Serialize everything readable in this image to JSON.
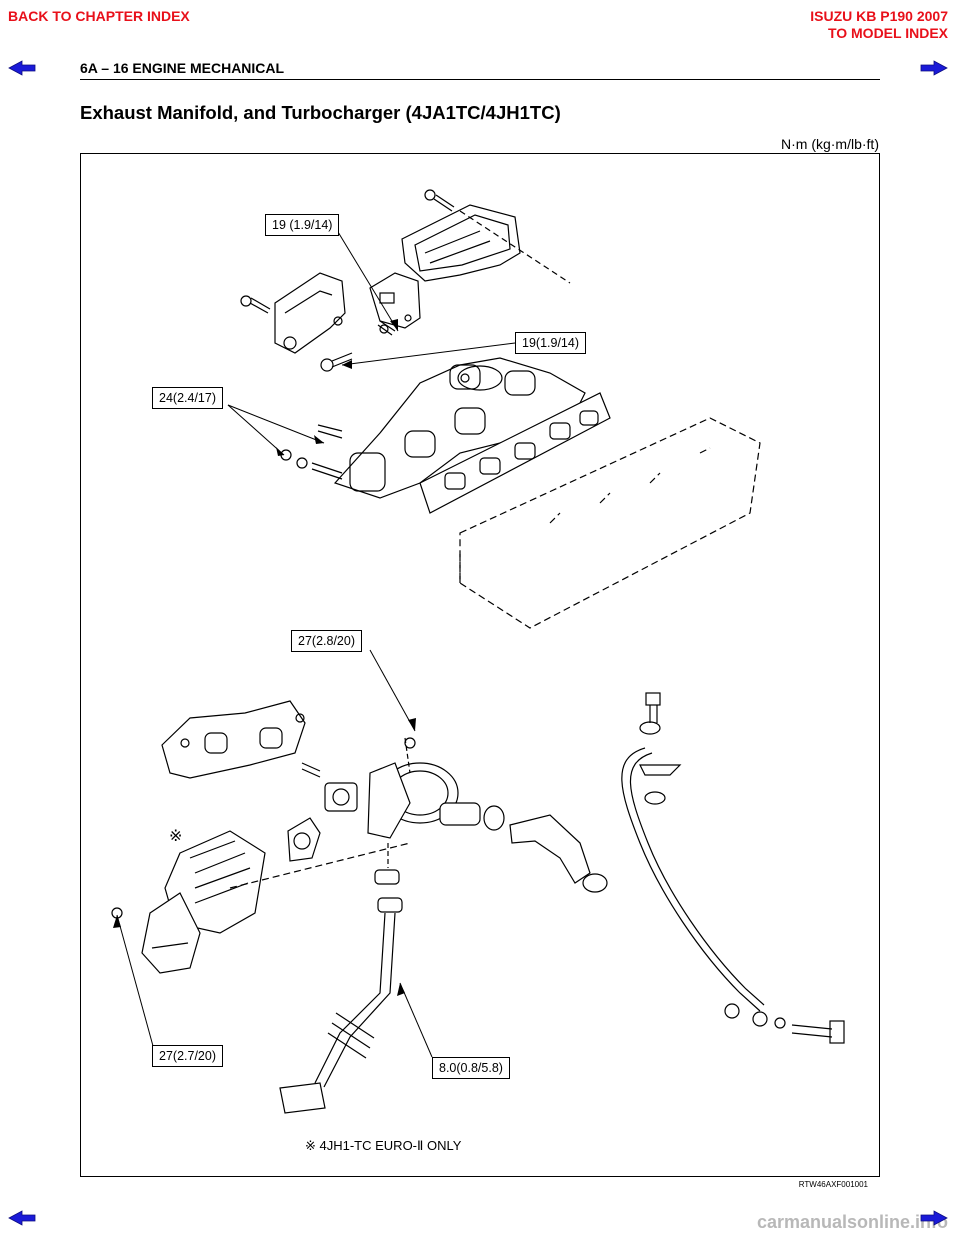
{
  "nav": {
    "back_chapter": "BACK TO CHAPTER INDEX",
    "model_title": "ISUZU KB P190 2007",
    "model_index": "TO MODEL INDEX"
  },
  "header": {
    "section": "6A – 16  ENGINE MECHANICAL"
  },
  "page": {
    "title": "Exhaust Manifold, and Turbocharger (4JA1TC/4JH1TC)",
    "units": "N·m (kg·m/lb·ft)"
  },
  "callouts": {
    "c1": "19 (1.9/14)",
    "c2": "19(1.9/14)",
    "c3": "24(2.4/17)",
    "c4": "27(2.8/20)",
    "c5": "27(2.7/20)",
    "c6": "8.0(0.8/5.8)"
  },
  "diagram": {
    "asterisk": "※",
    "footnote": "※ 4JH1-TC EURO-Ⅱ  ONLY",
    "figure_code": "RTW46AXF001001"
  },
  "watermark": "carmanualsonline.info",
  "colors": {
    "nav_red": "#e8101a",
    "arrow_blue": "#1a1ad8"
  },
  "icons": {
    "prev": "arrow-left-icon",
    "next": "arrow-right-icon"
  }
}
